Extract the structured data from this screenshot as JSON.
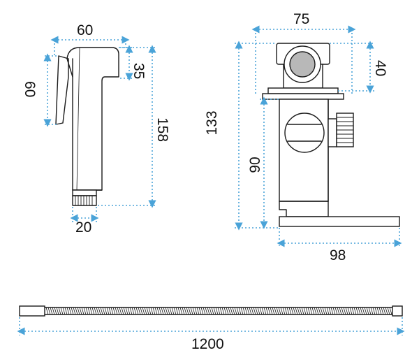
{
  "dimensions": {
    "sprayer_width": "60",
    "sprayer_head_height": "35",
    "sprayer_side_height": "60",
    "sprayer_total_height": "158",
    "sprayer_thread_width": "20",
    "valve_width": "75",
    "valve_top_height": "40",
    "valve_total_height": "133",
    "valve_body_height": "90",
    "valve_depth": "98",
    "hose_length": "1200"
  }
}
